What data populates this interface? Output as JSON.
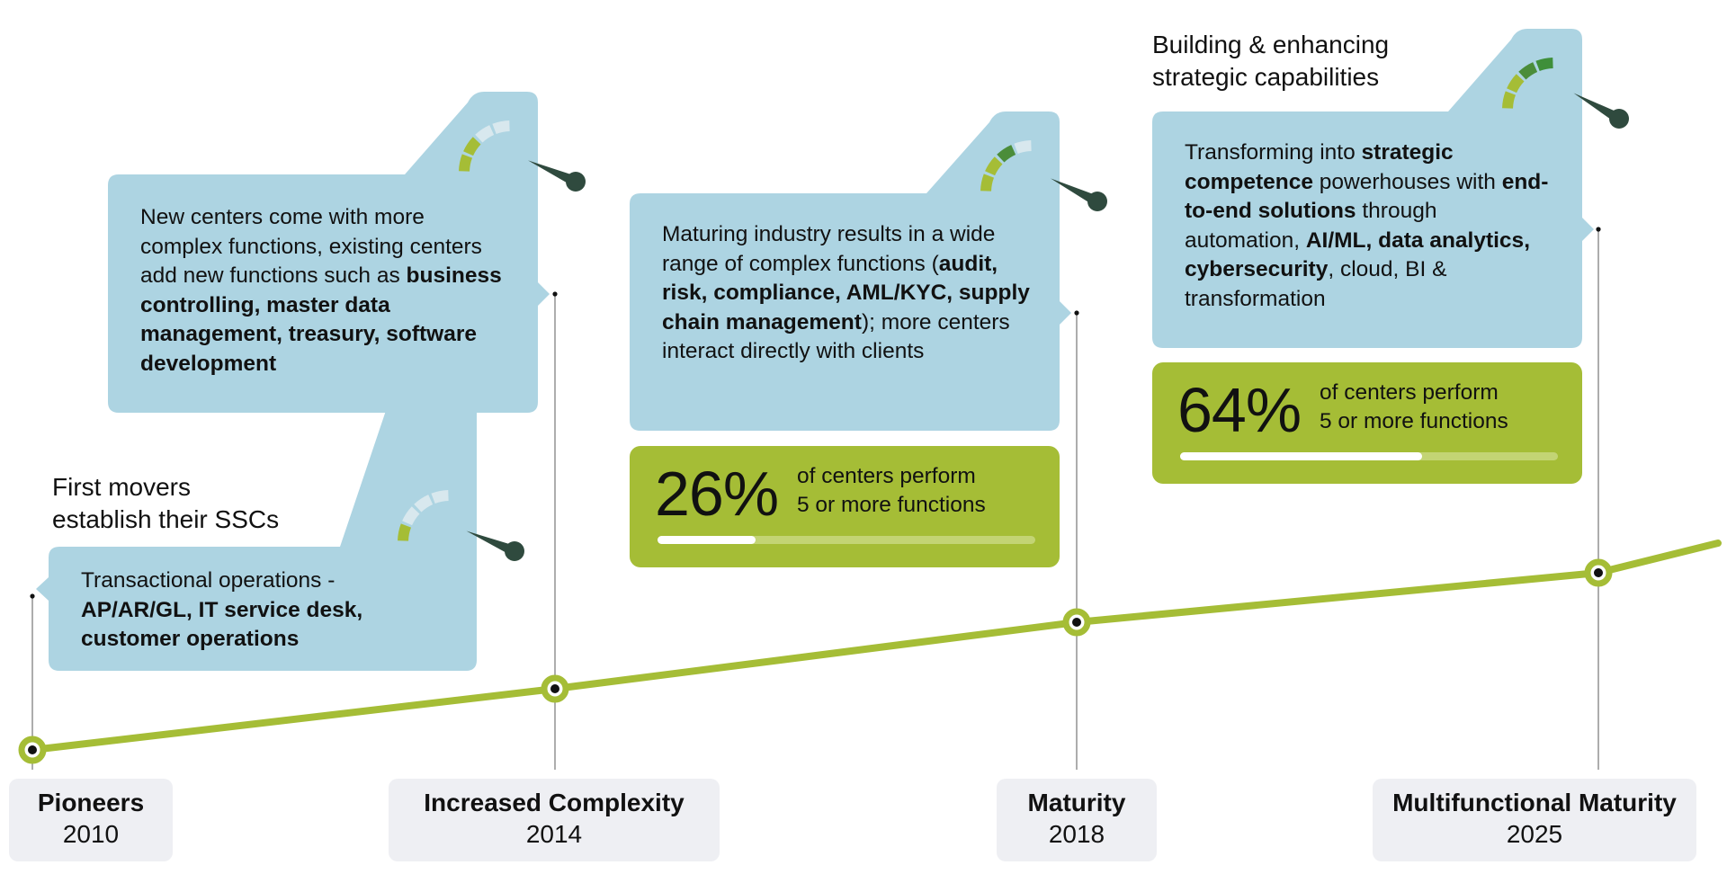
{
  "stages": [
    {
      "name": "Pioneers",
      "year": "2010",
      "header": [
        "First movers",
        "establish their SSCs"
      ],
      "segments": [
        {
          "t": "Transactional operations - ",
          "b": false
        },
        {
          "t": "AP/AR/GL, IT service desk, customer operations",
          "b": true
        }
      ],
      "gauge_level": 1
    },
    {
      "name": "Increased Complexity",
      "year": "2014",
      "header": [],
      "segments": [
        {
          "t": "New centers come with more complex functions, existing centers add new functions such as ",
          "b": false
        },
        {
          "t": "business controlling, master data management, treasury, software development",
          "b": true
        }
      ],
      "gauge_level": 2
    },
    {
      "name": "Maturity",
      "year": "2018",
      "header": [],
      "segments": [
        {
          "t": "Maturing industry results in a wide range of complex functions (",
          "b": false
        },
        {
          "t": "audit, risk, compliance, AML/KYC, supply chain management",
          "b": true
        },
        {
          "t": "); more centers interact directly with clients",
          "b": false
        }
      ],
      "gauge_level": 3,
      "stat": {
        "value": "26%",
        "text": [
          "of centers perform",
          "5 or more functions"
        ],
        "fraction": 0.26
      }
    },
    {
      "name": "Multifunctional Maturity",
      "year": "2025",
      "header": [
        "Building & enhancing",
        "strategic capabilities"
      ],
      "segments": [
        {
          "t": "Transforming into ",
          "b": false
        },
        {
          "t": "strategic competence",
          "b": true
        },
        {
          "t": " powerhouses with ",
          "b": false
        },
        {
          "t": "end-to-end solutions",
          "b": true
        },
        {
          "t": " through automation, ",
          "b": false
        },
        {
          "t": "AI/ML, data analytics, cybersecurity",
          "b": true
        },
        {
          "t": ", cloud, BI & transformation",
          "b": false
        }
      ],
      "gauge_level": 4,
      "stat": {
        "value": "64%",
        "text": [
          "of centers perform",
          "5 or more functions"
        ],
        "fraction": 0.64
      }
    }
  ],
  "colors": {
    "card": "#add4e2",
    "stat": "#a5bd36",
    "line": "#a5bd36",
    "label_bg": "#eeeff3",
    "gauge_light": "#a5bd36",
    "gauge_mid": "#4b8d3a",
    "gauge_dark": "#3f8f3a",
    "gauge_off": "#d8e8ee",
    "needle": "#2f4a3e"
  }
}
